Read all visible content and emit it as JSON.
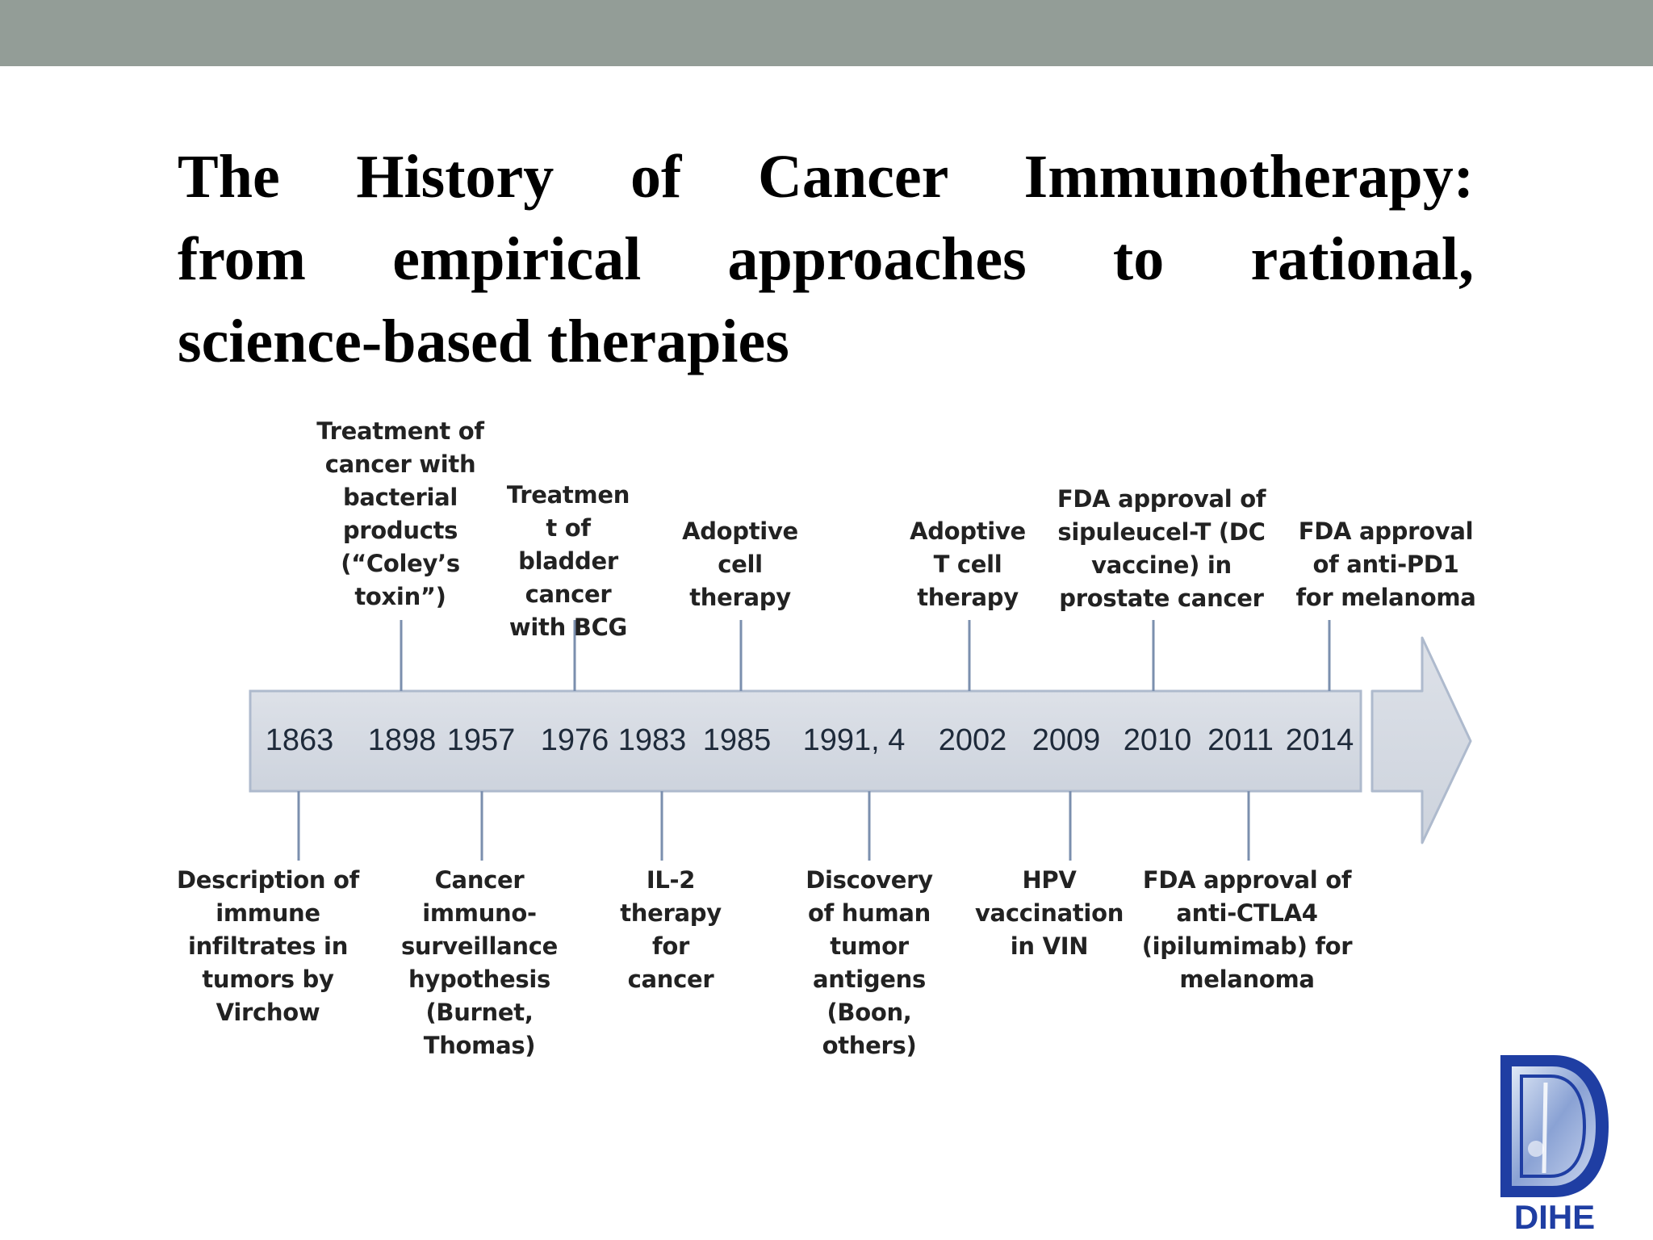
{
  "slide": {
    "title_lines": [
      "The History of Cancer Immunotherapy:",
      "from empirical approaches to rational,",
      "science-based therapies"
    ]
  },
  "timeline": {
    "years": [
      "1863",
      "1898",
      "1957",
      "1976",
      "1983",
      "1985",
      "1991, 4",
      "2002",
      "2009",
      "2010",
      "2011",
      "2014"
    ],
    "events_above": [
      {
        "label": "Treatment of\ncancer with\nbacterial\nproducts\n(“Coley’s\ntoxin”)"
      },
      {
        "label": "Treatmen\nt of\nbladder\ncancer\nwith BCG"
      },
      {
        "label": "Adoptive\ncell\ntherapy"
      },
      {
        "label": "Adoptive\nT cell\ntherapy"
      },
      {
        "label": "FDA approval of\nsipuleucel-T (DC\nvaccine) in\nprostate cancer"
      },
      {
        "label": "FDA approval\nof anti-PD1\nfor melanoma"
      }
    ],
    "events_below": [
      {
        "label": "Description of\nimmune\ninfiltrates in\ntumors by\nVirchow"
      },
      {
        "label": "Cancer\nimmuno-\nsurveillance\nhypothesis\n(Burnet,\nThomas)"
      },
      {
        "label": "IL-2\ntherapy\nfor\ncancer"
      },
      {
        "label": "Discovery\nof human\ntumor\nantigens\n(Boon,\nothers)"
      },
      {
        "label": "HPV\nvaccination\nin VIN"
      },
      {
        "label": "FDA approval of\nanti-CTLA4\n(ipilumimab) for\nmelanoma"
      }
    ]
  },
  "logo": {
    "text": "DIHE"
  },
  "colors": {
    "band": "#939d97",
    "arrow_fill": "#d4d9e2",
    "arrow_stroke": "#aebacd",
    "connector": "#7b8fae",
    "logo_blue": "#1f3ea3"
  }
}
